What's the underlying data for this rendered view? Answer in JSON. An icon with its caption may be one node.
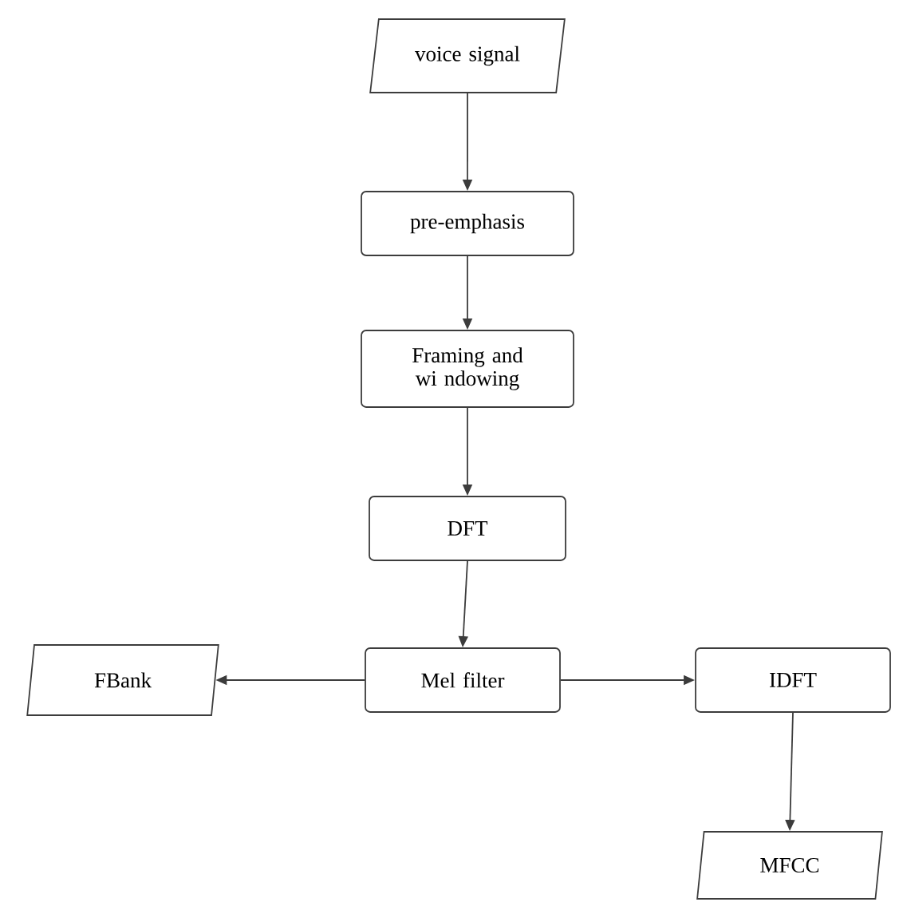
{
  "diagram": {
    "nodes": [
      {
        "text": [
          "voice signal"
        ]
      },
      {
        "text": [
          "pre-emphasis"
        ]
      },
      {
        "text": [
          "Framing and wi ndowing"
        ]
      },
      {
        "text": [
          "DFT"
        ]
      },
      {
        "text": [
          "Mel filter"
        ]
      },
      {
        "text": [
          "FBank"
        ]
      },
      {
        "text": [
          "IDFT"
        ]
      },
      {
        "text": [
          "MFCC"
        ]
      }
    ],
    "edges": [
      {
        "from": 0,
        "to": 1,
        "arrow": "to"
      },
      {
        "from": 1,
        "to": 2,
        "arrow": "to"
      },
      {
        "from": 2,
        "to": 3,
        "arrow": "to"
      },
      {
        "from": 3,
        "to": 4,
        "arrow": "to"
      },
      {
        "from": 4,
        "to": 5,
        "arrow": "to"
      },
      {
        "from": 4,
        "to": 6,
        "arrow": "to"
      },
      {
        "from": 6,
        "to": 7,
        "arrow": "to"
      }
    ]
  }
}
